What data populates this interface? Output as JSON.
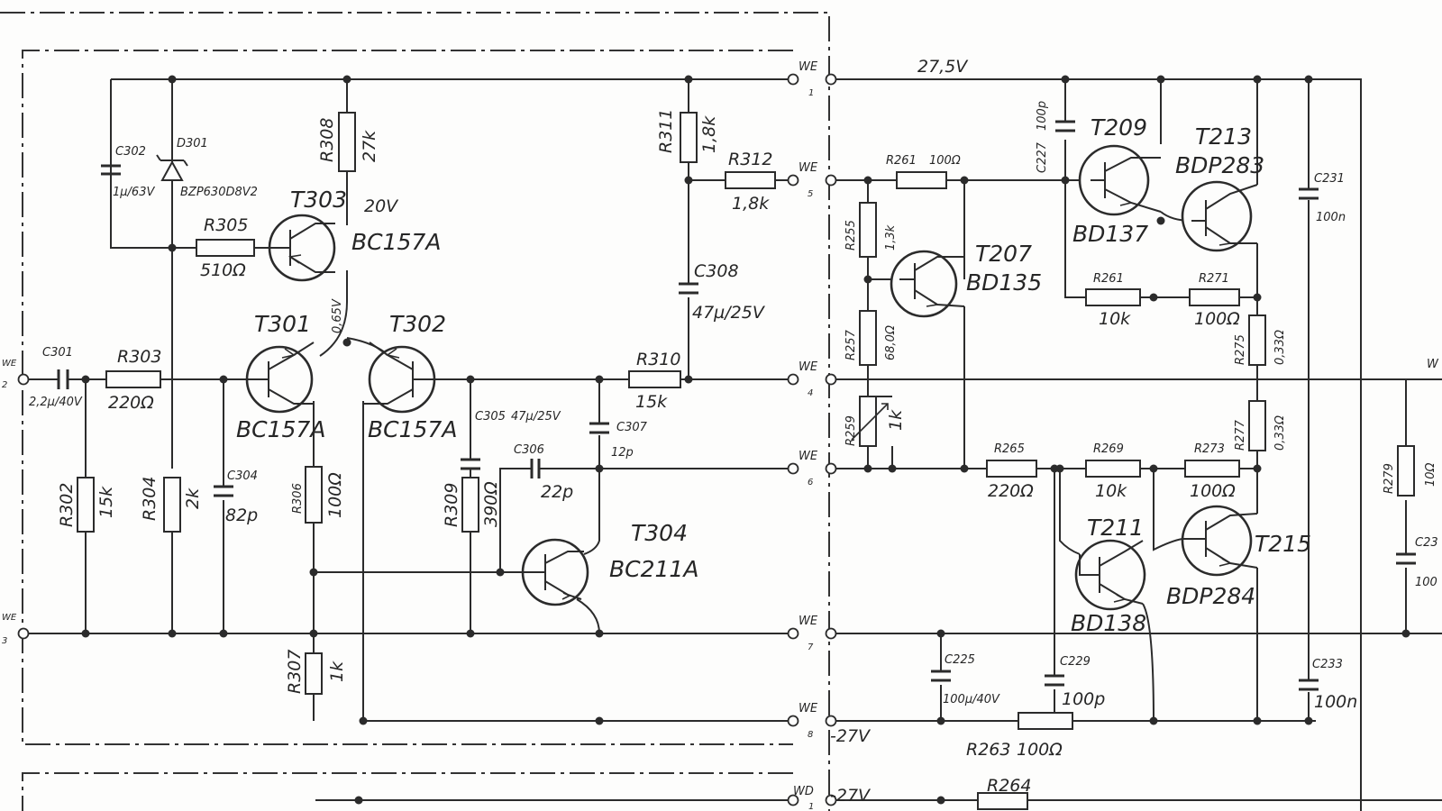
{
  "rails": {
    "pos": "27,5V",
    "neg_a": "-27V",
    "neg_b": "-27V"
  },
  "nodes": {
    "we1": "WE",
    "we1n": "1",
    "we5": "WE",
    "we5n": "5",
    "we4": "WE",
    "we4n": "4",
    "we6": "WE",
    "we6n": "6",
    "we7": "WE",
    "we7n": "7",
    "we8": "WE",
    "we8n": "8",
    "wd1": "WD",
    "wd1n": "1",
    "we2": "WE",
    "we2n": "2",
    "we3": "WE",
    "we3n": "3",
    "wright": "W"
  },
  "transistors": {
    "t301": {
      "ref": "T301",
      "type": "BC157A"
    },
    "t302": {
      "ref": "T302",
      "type": "BC157A"
    },
    "t303": {
      "ref": "T303",
      "type": "BC157A"
    },
    "t304": {
      "ref": "T304",
      "type": "BC211A"
    },
    "t207": {
      "ref": "T207",
      "type": "BD135"
    },
    "t209": {
      "ref": "T209",
      "type": "BD137"
    },
    "t211": {
      "ref": "T211",
      "type": "BD138"
    },
    "t213": {
      "ref": "T213",
      "type": "BDP283"
    },
    "t215": {
      "ref": "T215",
      "type": "BDP284"
    }
  },
  "diodes": {
    "d301": {
      "ref": "D301",
      "type": "BZP630D8V2"
    }
  },
  "resistors": {
    "r302": {
      "ref": "R302",
      "value": "15k"
    },
    "r303": {
      "ref": "R303",
      "value": "220Ω"
    },
    "r304": {
      "ref": "R304",
      "value": "2k"
    },
    "r305": {
      "ref": "R305",
      "value": "510Ω"
    },
    "r306": {
      "ref": "R306",
      "value": "100Ω"
    },
    "r307": {
      "ref": "R307",
      "value": "1k"
    },
    "r308": {
      "ref": "R308",
      "value": "27k"
    },
    "r309": {
      "ref": "R309",
      "value": "390Ω"
    },
    "r310": {
      "ref": "R310",
      "value": "15k"
    },
    "r311": {
      "ref": "R311",
      "value": "1,8k"
    },
    "r312": {
      "ref": "R312",
      "value": "1,8k"
    },
    "r255": {
      "ref": "R255",
      "value": "1,3k"
    },
    "r257": {
      "ref": "R257",
      "value": "68,0Ω"
    },
    "r259": {
      "ref": "R259",
      "value": "1k"
    },
    "r261a": {
      "ref": "R261",
      "value": "100Ω"
    },
    "r261b": {
      "ref": "R261",
      "value": "10k"
    },
    "r263": {
      "ref": "R263",
      "value": "100Ω"
    },
    "r264": {
      "ref": "R264",
      "value": ""
    },
    "r265": {
      "ref": "R265",
      "value": "220Ω"
    },
    "r269": {
      "ref": "R269",
      "value": "10k"
    },
    "r271": {
      "ref": "R271",
      "value": "100Ω"
    },
    "r273": {
      "ref": "R273",
      "value": "100Ω"
    },
    "r275": {
      "ref": "R275",
      "value": "0,33Ω"
    },
    "r277": {
      "ref": "R277",
      "value": "0,33Ω"
    },
    "r279": {
      "ref": "R279",
      "value": "10Ω"
    }
  },
  "capacitors": {
    "c301": {
      "ref": "C301",
      "value": "2,2µ/40V"
    },
    "c302": {
      "ref": "C302",
      "value": "1µ/63V"
    },
    "c304": {
      "ref": "C304",
      "value": "82p"
    },
    "c305": {
      "ref": "C305",
      "value": "47µ/25V"
    },
    "c306": {
      "ref": "C306",
      "value": "22p"
    },
    "c307": {
      "ref": "C307",
      "value": "12p"
    },
    "c308": {
      "ref": "C308",
      "value": "47µ/25V"
    },
    "c225": {
      "ref": "C225",
      "value": "100µ/40V"
    },
    "c227": {
      "ref": "C227",
      "value": "100p"
    },
    "c229": {
      "ref": "C229",
      "value": "100p"
    },
    "c231": {
      "ref": "C231",
      "value": "100n"
    },
    "c233": {
      "ref": "C233",
      "value": "100n"
    },
    "c23x": {
      "ref": "C23",
      "value": "100"
    }
  },
  "voltages": {
    "t303_collector": "20V",
    "t301_t302_emitters": "0,65V"
  }
}
